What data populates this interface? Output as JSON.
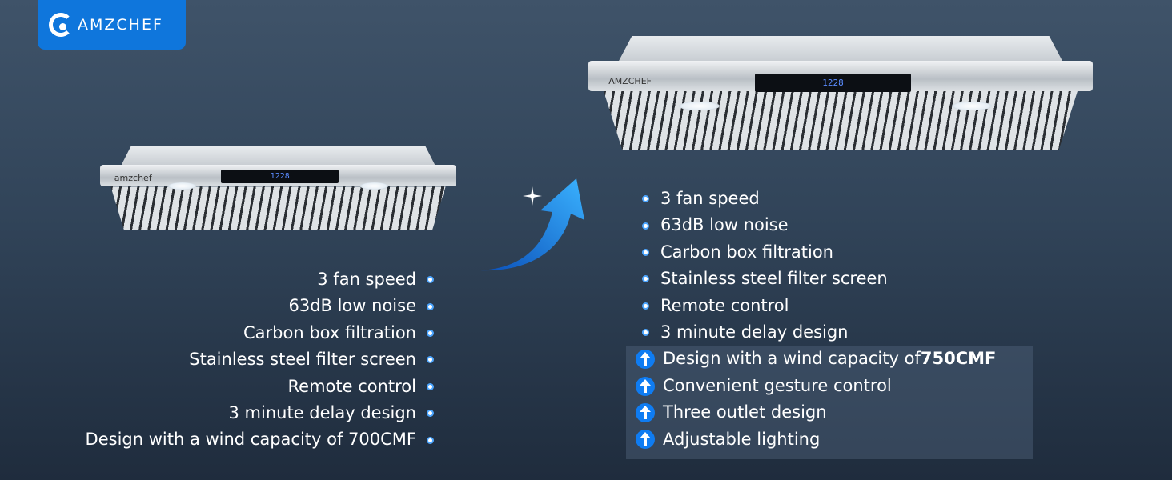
{
  "brand": {
    "name": "AMZCHEF",
    "small_hood_logo": "amzchef",
    "large_hood_logo": "AMZCHEF",
    "display_small": "1228",
    "display_large": "1228"
  },
  "colors": {
    "accent": "#0f76dc",
    "upgrade_icon": "#0f7cf2",
    "bullet": "#4da6ff"
  },
  "old_model": {
    "features": [
      "3 fan speed",
      "63dB low noise",
      "Carbon box filtration",
      "Stainless steel filter screen",
      "Remote control",
      "3 minute delay design",
      "Design with a wind capacity of 700CMF"
    ]
  },
  "new_model": {
    "features": [
      "3 fan speed",
      "63dB low noise",
      "Carbon box filtration",
      "Stainless steel filter screen",
      "Remote control",
      "3 minute delay design"
    ],
    "upgrades": [
      {
        "text": "Design with a wind capacity of ",
        "bold": "750CMF"
      },
      {
        "text": "Convenient gesture control"
      },
      {
        "text": "Three outlet design"
      },
      {
        "text": "Adjustable lighting"
      }
    ]
  }
}
